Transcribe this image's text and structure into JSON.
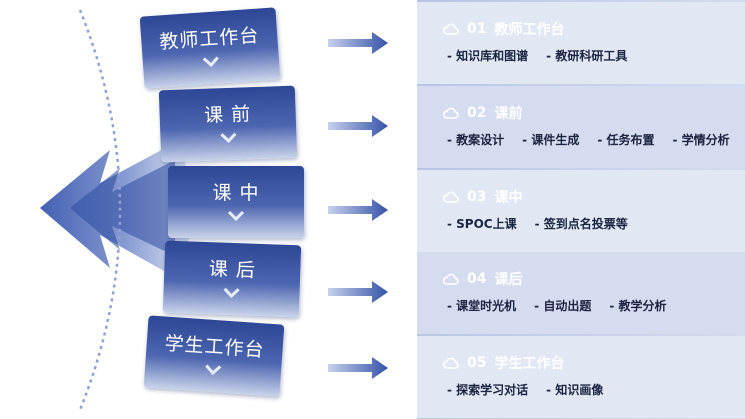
{
  "stages": [
    {
      "label": "教师工作台"
    },
    {
      "label": "课 前"
    },
    {
      "label": "课 中"
    },
    {
      "label": "课 后"
    },
    {
      "label": "学生工作台"
    }
  ],
  "panels": [
    {
      "number": "01",
      "title": "教师工作台",
      "items": [
        "- 知识库和图谱",
        "- 教研科研工具"
      ]
    },
    {
      "number": "02",
      "title": "课前",
      "items": [
        "- 教案设计",
        "- 课件生成",
        "- 任务布置",
        "- 学情分析"
      ]
    },
    {
      "number": "03",
      "title": "课中",
      "items": [
        "- SPOC上课",
        "- 签到点名投票等"
      ]
    },
    {
      "number": "04",
      "title": "课后",
      "items": [
        "- 课堂时光机",
        "- 自动出题",
        "- 教学分析"
      ]
    },
    {
      "number": "05",
      "title": "学生工作台",
      "items": [
        "- 探索学习对话",
        "- 知识画像"
      ]
    }
  ],
  "colors": {
    "card_dark": "#2e4796",
    "arrow": "#3552a6",
    "panel_strip": "#c3cde9",
    "panel_row": "#e2e7f4",
    "panel_highlight": "#d5dcef"
  },
  "icons": {
    "panel": "cloud-icon",
    "card": "chevron-down-icon",
    "connector": "arrow-right-icon"
  }
}
